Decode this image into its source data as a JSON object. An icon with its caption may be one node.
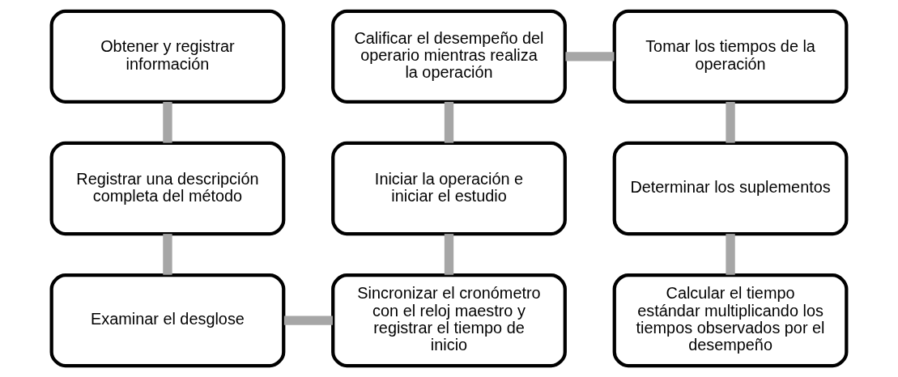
{
  "diagram": {
    "nodes": [
      {
        "text": [
          "Obtener y registrar información"
        ]
      },
      {
        "text": [
          "Registrar una descripción completa del método"
        ]
      },
      {
        "text": [
          "Examinar el desglose"
        ]
      },
      {
        "text": [
          "Sincronizar el cronómetro con el reloj maestro y registrar el tiempo de inicio"
        ]
      },
      {
        "text": [
          "Iniciar la operación e iniciar el estudio"
        ]
      },
      {
        "text": [
          "Calificar el desempeño del operario mientras realiza la operación"
        ]
      },
      {
        "text": [
          "Tomar los tiempos de la operación"
        ]
      },
      {
        "text": [
          "Determinar los suplementos"
        ]
      },
      {
        "text": [
          "Calcular el tiempo estándar multiplicando los tiempos observados por el desempeño"
        ]
      }
    ],
    "edges": [
      {
        "from": 0,
        "to": 1,
        "arrow": "none"
      },
      {
        "from": 1,
        "to": 2,
        "arrow": "none"
      },
      {
        "from": 2,
        "to": 3,
        "arrow": "none"
      },
      {
        "from": 3,
        "to": 4,
        "arrow": "none"
      },
      {
        "from": 4,
        "to": 5,
        "arrow": "none"
      },
      {
        "from": 5,
        "to": 6,
        "arrow": "none"
      },
      {
        "from": 6,
        "to": 7,
        "arrow": "none"
      },
      {
        "from": 7,
        "to": 8,
        "arrow": "none"
      }
    ]
  }
}
